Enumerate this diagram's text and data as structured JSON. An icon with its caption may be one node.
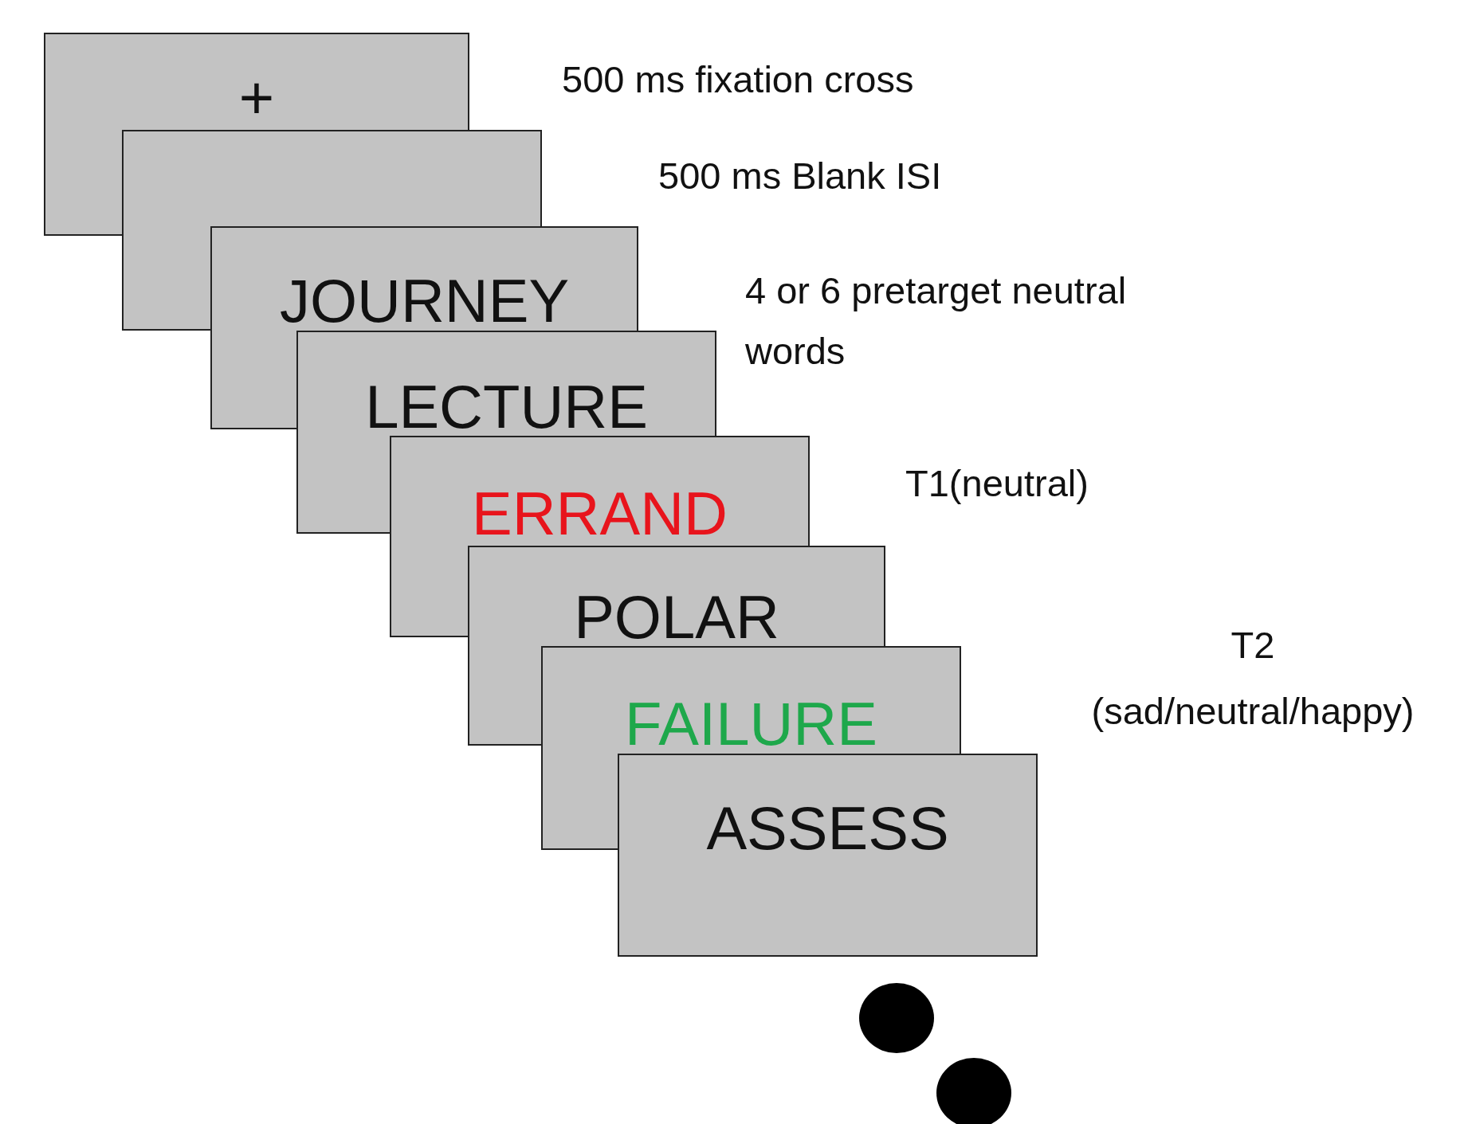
{
  "diagram": {
    "nodes": [
      {
        "text": [
          "+"
        ]
      },
      {
        "text": [],
        "shape": "box"
      },
      {
        "text": [
          "JOURNEY"
        ]
      },
      {
        "text": [
          "LECTURE"
        ]
      },
      {
        "text": [
          "ERRAND"
        ]
      },
      {
        "text": [
          "POLAR"
        ]
      },
      {
        "text": [
          "FAILURE"
        ]
      },
      {
        "text": [
          "ASSESS"
        ]
      }
    ],
    "labels": [
      "500 ms fixation cross",
      "500 ms Blank ISI",
      "4 or 6 pretarget neutral words",
      "T1(neutral)",
      "T2 (sad/neutral/happy)"
    ]
  }
}
